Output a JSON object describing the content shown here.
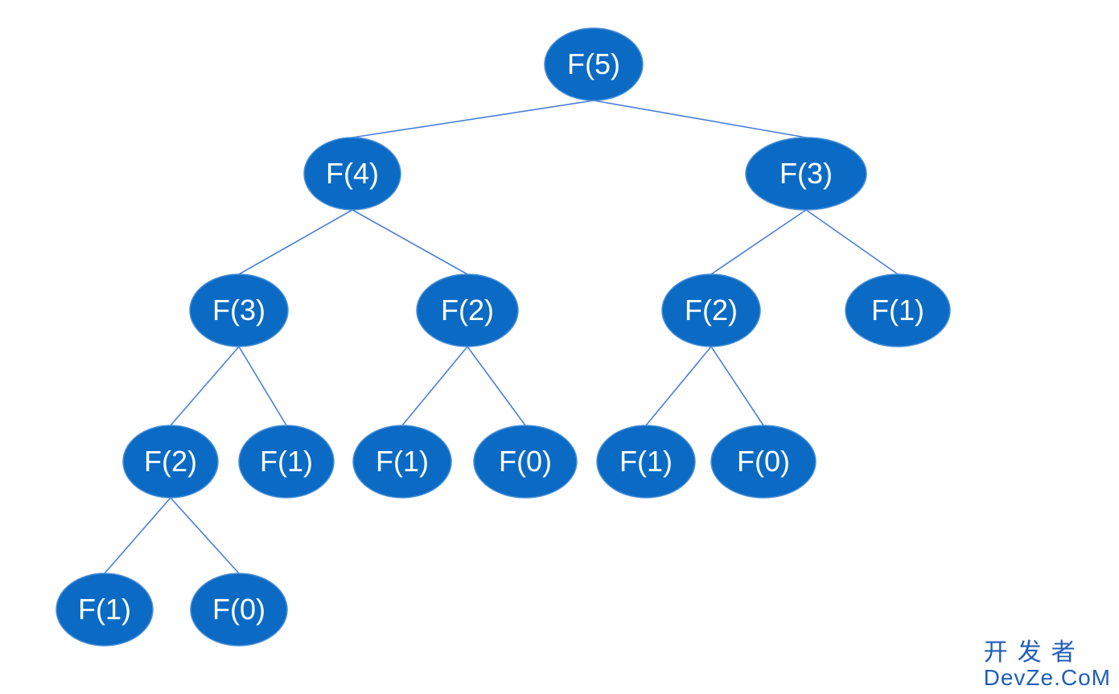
{
  "colors": {
    "node_fill": "#0b6bc4",
    "node_stroke": "#4a8fd8",
    "edge": "#4a7fd8",
    "label": "#ffffff",
    "watermark": "#1f5fb8"
  },
  "tree": {
    "nodes": [
      {
        "id": "n1",
        "label": "F(5)"
      },
      {
        "id": "n2",
        "label": "F(4)"
      },
      {
        "id": "n3",
        "label": "F(3)"
      },
      {
        "id": "n4",
        "label": "F(3)"
      },
      {
        "id": "n5",
        "label": "F(2)"
      },
      {
        "id": "n6",
        "label": "F(2)"
      },
      {
        "id": "n7",
        "label": "F(1)"
      },
      {
        "id": "n8",
        "label": "F(2)"
      },
      {
        "id": "n9",
        "label": "F(1)"
      },
      {
        "id": "n10",
        "label": "F(1)"
      },
      {
        "id": "n11",
        "label": "F(0)"
      },
      {
        "id": "n12",
        "label": "F(1)"
      },
      {
        "id": "n13",
        "label": "F(0)"
      },
      {
        "id": "n14",
        "label": "F(1)"
      },
      {
        "id": "n15",
        "label": "F(0)"
      }
    ],
    "edges": [
      [
        "n1",
        "n2"
      ],
      [
        "n1",
        "n3"
      ],
      [
        "n2",
        "n4"
      ],
      [
        "n2",
        "n5"
      ],
      [
        "n3",
        "n6"
      ],
      [
        "n3",
        "n7"
      ],
      [
        "n4",
        "n8"
      ],
      [
        "n4",
        "n9"
      ],
      [
        "n5",
        "n10"
      ],
      [
        "n5",
        "n11"
      ],
      [
        "n6",
        "n12"
      ],
      [
        "n6",
        "n13"
      ],
      [
        "n8",
        "n14"
      ],
      [
        "n8",
        "n15"
      ]
    ]
  },
  "watermark": {
    "line1": "开发者",
    "line2": "DevZe.CoM"
  }
}
